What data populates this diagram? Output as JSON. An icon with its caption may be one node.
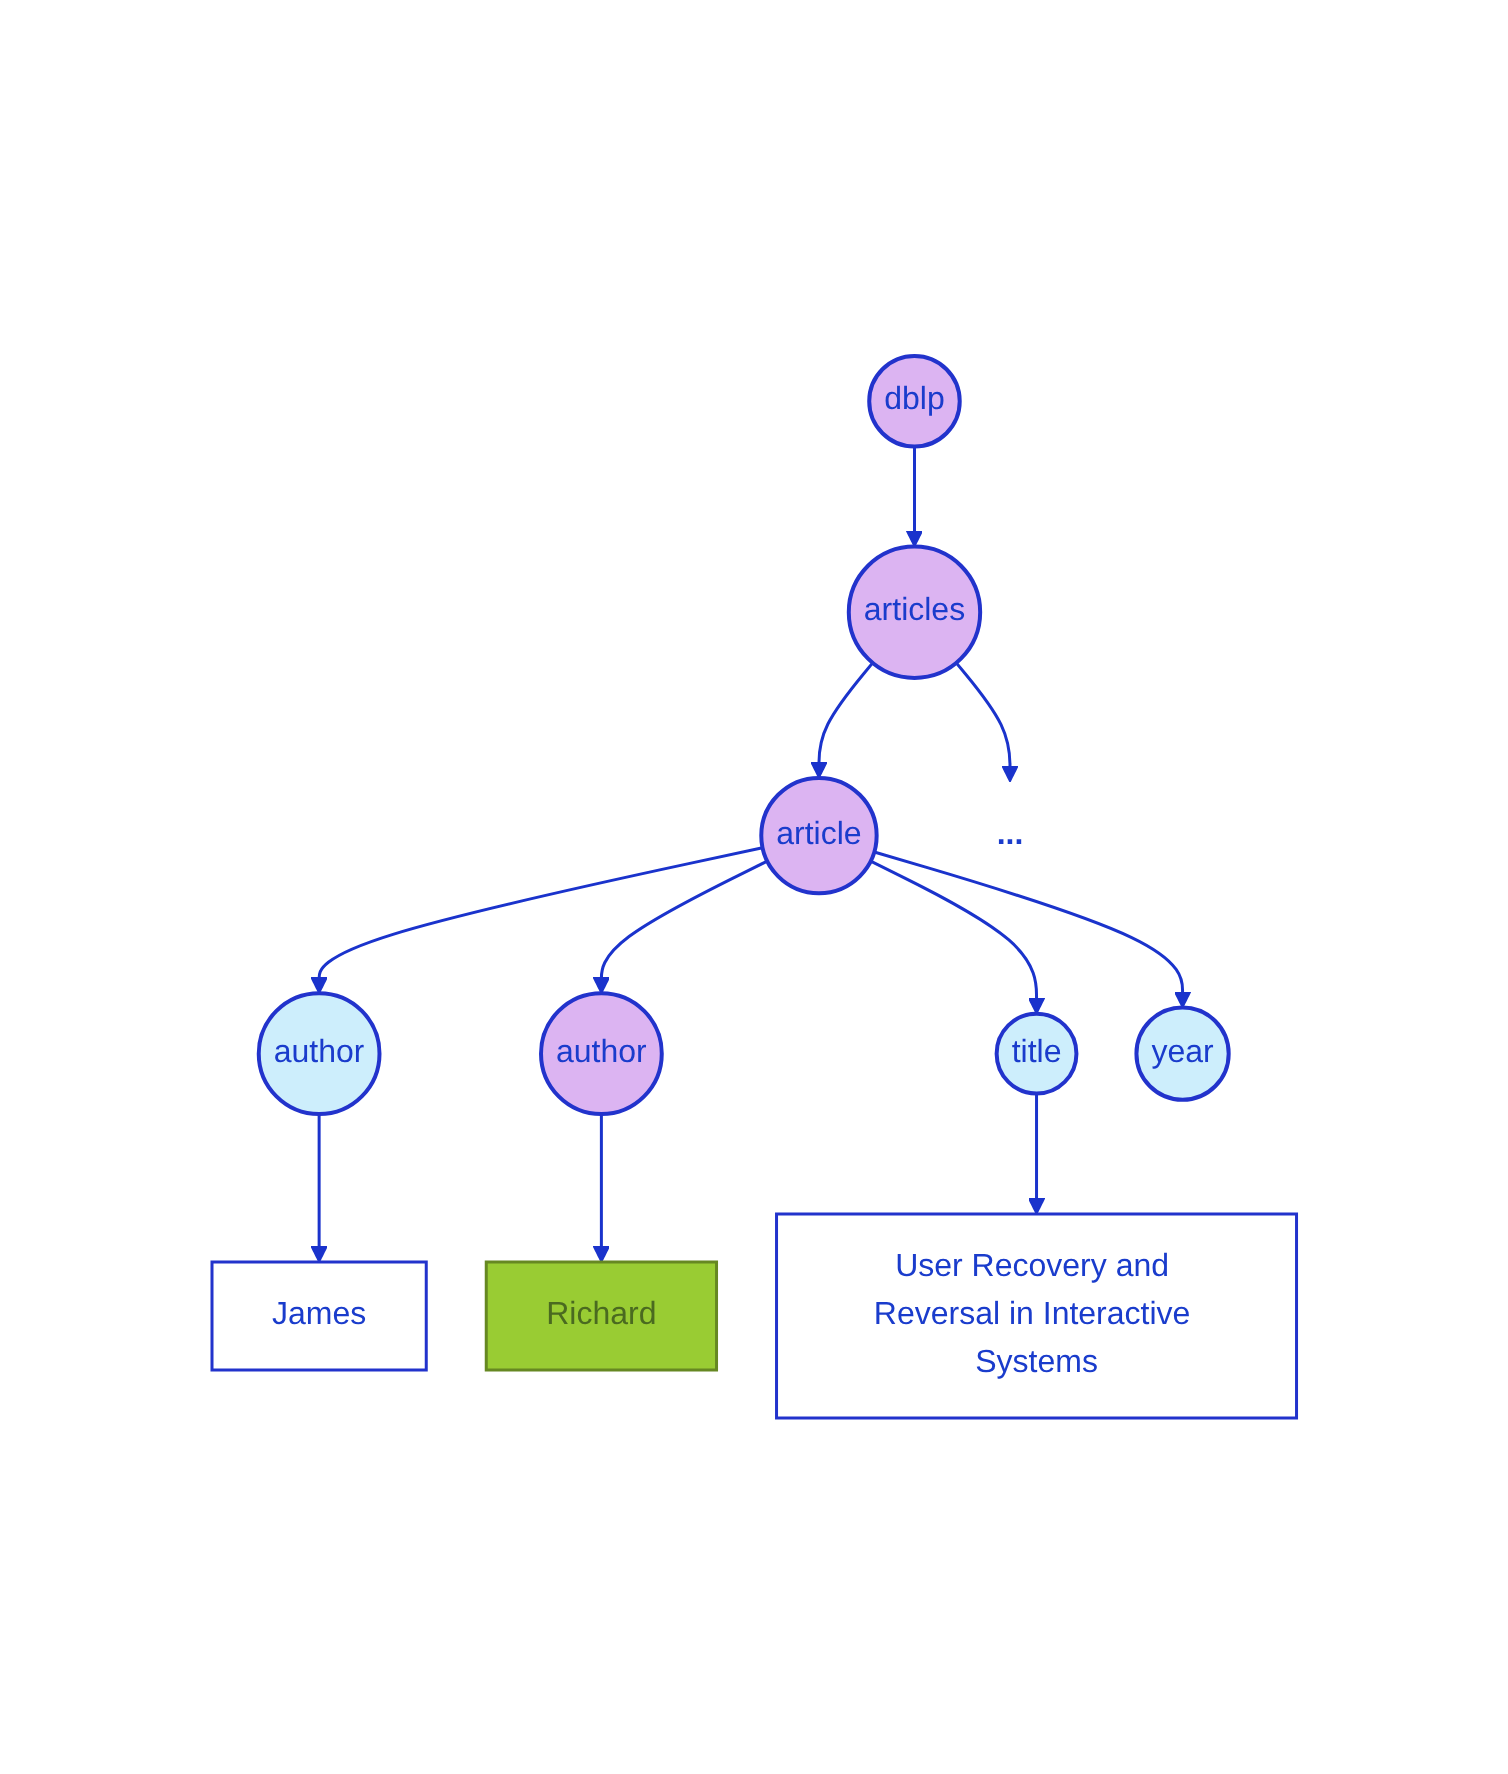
{
  "diagram": {
    "nodes": [
      {
        "text": [
          "dblp"
        ]
      },
      {
        "text": [
          "articles"
        ]
      },
      {
        "text": [
          "article"
        ]
      },
      {
        "text": [
          "..."
        ]
      },
      {
        "text": [
          "author"
        ]
      },
      {
        "text": [
          "author"
        ]
      },
      {
        "text": [
          "title"
        ]
      },
      {
        "text": [
          "year"
        ]
      },
      {
        "text": [
          "James"
        ]
      },
      {
        "text": [
          "Richard"
        ]
      },
      {
        "text": [
          "User Recovery and Reversal in Interactive Systems"
        ]
      }
    ],
    "edges": [
      {
        "from": 0,
        "to": 1,
        "arrow": "to"
      },
      {
        "from": 1,
        "to": 2,
        "arrow": "to"
      },
      {
        "from": 1,
        "to": 3,
        "arrow": "to"
      },
      {
        "from": 2,
        "to": 4,
        "arrow": "to"
      },
      {
        "from": 2,
        "to": 5,
        "arrow": "to"
      },
      {
        "from": 2,
        "to": 6,
        "arrow": "to"
      },
      {
        "from": 2,
        "to": 7,
        "arrow": "to"
      },
      {
        "from": 4,
        "to": 8,
        "arrow": "to"
      },
      {
        "from": 5,
        "to": 9,
        "arrow": "to"
      },
      {
        "from": 6,
        "to": 10,
        "arrow": "to"
      }
    ]
  }
}
